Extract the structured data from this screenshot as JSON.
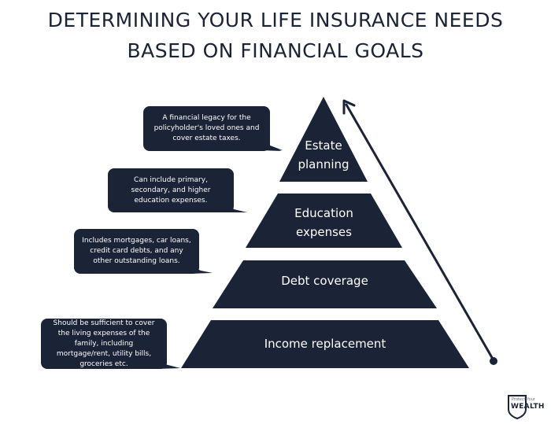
{
  "title": {
    "line1": "DETERMINING YOUR LIFE INSURANCE NEEDS",
    "line2": "BASED ON FINANCIAL GOALS"
  },
  "pyramid": {
    "tiers": [
      {
        "label_line1": "Estate",
        "label_line2": "planning"
      },
      {
        "label_line1": "Education",
        "label_line2": "expenses"
      },
      {
        "label_line1": "Debt coverage",
        "label_line2": ""
      },
      {
        "label_line1": "Income replacement",
        "label_line2": ""
      }
    ]
  },
  "bubbles": [
    {
      "text": "A financial legacy for the policyholder's loved ones and cover estate taxes."
    },
    {
      "text": "Can include primary, secondary, and higher education expenses."
    },
    {
      "text": "Includes mortgages, car loans, credit card debts, and any other outstanding loans."
    },
    {
      "text": "Should be sufficient to cover the living expenses of the family, including mortgage/rent, utility bills, groceries etc."
    }
  ],
  "logo": {
    "tagline": "Protect Your",
    "wordmark": "WEALTH"
  },
  "colors": {
    "navy": "#1b2336",
    "background": "#ffffff"
  },
  "icons": {
    "arrow": "up-arrow-icon",
    "logo": "shield-icon"
  }
}
